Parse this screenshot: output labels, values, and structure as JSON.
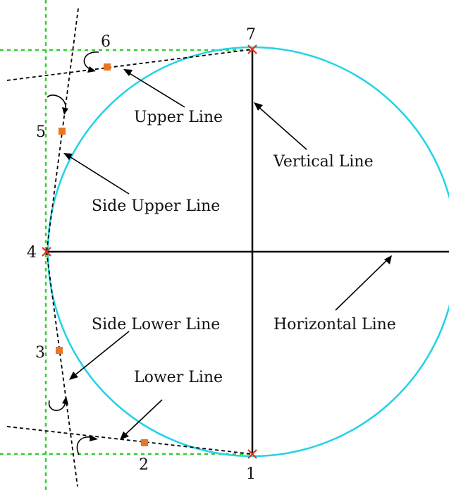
{
  "labels": {
    "upper_line": "Upper Line",
    "vertical_line": "Vertical Line",
    "side_upper_line": "Side Upper Line",
    "side_lower_line": "Side Lower Line",
    "horizontal_line": "Horizontal Line",
    "lower_line": "Lower Line"
  },
  "points": {
    "p1": "1",
    "p2": "2",
    "p3": "3",
    "p4": "4",
    "p5": "5",
    "p6": "6",
    "p7": "7"
  },
  "colors": {
    "circle": "#22d3e6",
    "guide_grid": "#33cc33",
    "axis_lines": "#000000",
    "control_point": "#e87722",
    "key_point": "#e0321c"
  }
}
